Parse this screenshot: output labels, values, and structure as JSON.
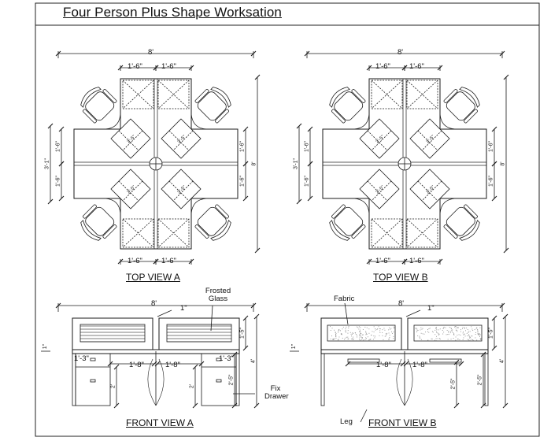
{
  "title": "Four Person Plus Shape Worksation",
  "top_views": [
    {
      "label": "TOP VIEW A",
      "overall_width": "8'",
      "overall_height": "8'",
      "top_panels": [
        "1'-6\"",
        "1'-6\""
      ],
      "bottom_panels": [
        "1'-6\"",
        "1'-6\""
      ],
      "left_overall": "3'-1\"",
      "left_dims": [
        "1'-6\"",
        "1'-6\""
      ],
      "right_dims": [
        "1'-6\"",
        "1'-6\""
      ],
      "diag_dims": [
        "2'-5\"",
        "2'-5\"",
        "2'-5\"",
        "2'-5\""
      ]
    },
    {
      "label": "TOP VIEW B",
      "overall_width": "8'",
      "overall_height": "8'",
      "top_panels": [
        "1'-6\"",
        "1'-6\""
      ],
      "bottom_panels": [
        "1'-6\"",
        "1'-6\""
      ],
      "left_overall": "3'-1\"",
      "left_dims": [
        "1'-6\"",
        "1'-6\""
      ],
      "right_dims": [
        "1'-6\"",
        "1'-6\""
      ],
      "diag_dims": [
        "2'-5\"",
        "2'-5\"",
        "2'-5\"",
        "2'-5\""
      ]
    }
  ],
  "front_view_a": {
    "label": "FRONT VIEW A",
    "overall_width": "8'",
    "glass_label": "Frosted Glass",
    "drawer_label": "Fix Drawer",
    "top_gap": "1\"",
    "side_gap": "1\"",
    "drawer_width": "1'-3\"",
    "knee_space": "1'-8\"",
    "panel_height": "1'-5\"",
    "desk_height": "2'-5\"",
    "drawer_height": "2'",
    "total_height": "4'"
  },
  "front_view_b": {
    "label": "FRONT VIEW B",
    "overall_width": "8'",
    "fabric_label": "Fabric",
    "leg_label": "Leg",
    "top_gap": "1\"",
    "side_gap": "1\"",
    "knee_space": "1'-8\"",
    "panel_height": "1'-5\"",
    "desk_height": "2'-5\"",
    "leg_height": "2'-5\"",
    "total_height": "4'"
  },
  "colors": {
    "line": "#1a1a1a",
    "fill": "#ffffff",
    "speckle": "#8a8a8a"
  }
}
